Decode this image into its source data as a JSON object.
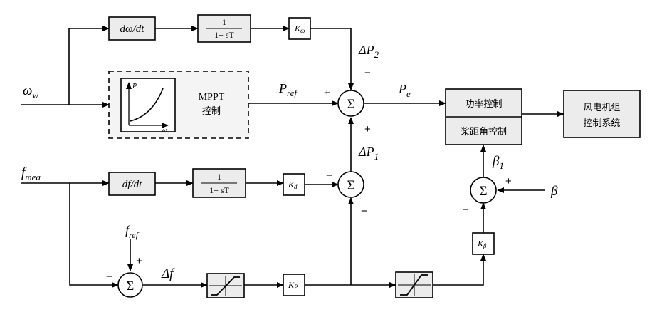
{
  "inputs": {
    "omega_w": "ω",
    "omega_w_sub": "w",
    "f_mea": "f",
    "f_mea_sub": "mea",
    "f_ref": "f",
    "f_ref_sub": "ref",
    "beta": "β"
  },
  "blocks": {
    "domega_dt": "dω/dt",
    "lowpass_num": "1",
    "lowpass_den": "1+ sT",
    "k_omega": "K",
    "k_omega_sub": "ω",
    "mppt_line1": "MPPT",
    "mppt_line2": "控制",
    "mppt_axis_y": "P",
    "mppt_axis_x": "ω",
    "df_dt": "df/dt",
    "k_d": "K",
    "k_d_sub": "d",
    "k_p": "K",
    "k_p_sub": "P",
    "k_beta": "K",
    "k_beta_sub": "β",
    "power_control": "功率控制",
    "pitch_control": "桨距角控制",
    "turbine_line1": "风电机组",
    "turbine_line2": "控制系统"
  },
  "signals": {
    "delta_p2": "ΔP",
    "delta_p2_sub": "2",
    "p_ref": "P",
    "p_ref_sub": "ref",
    "p_e": "P",
    "p_e_sub": "e",
    "delta_p1": "ΔP",
    "delta_p1_sub": "1",
    "delta_f": "Δf",
    "beta1": "β",
    "beta1_sub": "1"
  },
  "sums": {
    "symbol": "Σ"
  },
  "signs": {
    "plus": "+",
    "minus": "−"
  }
}
